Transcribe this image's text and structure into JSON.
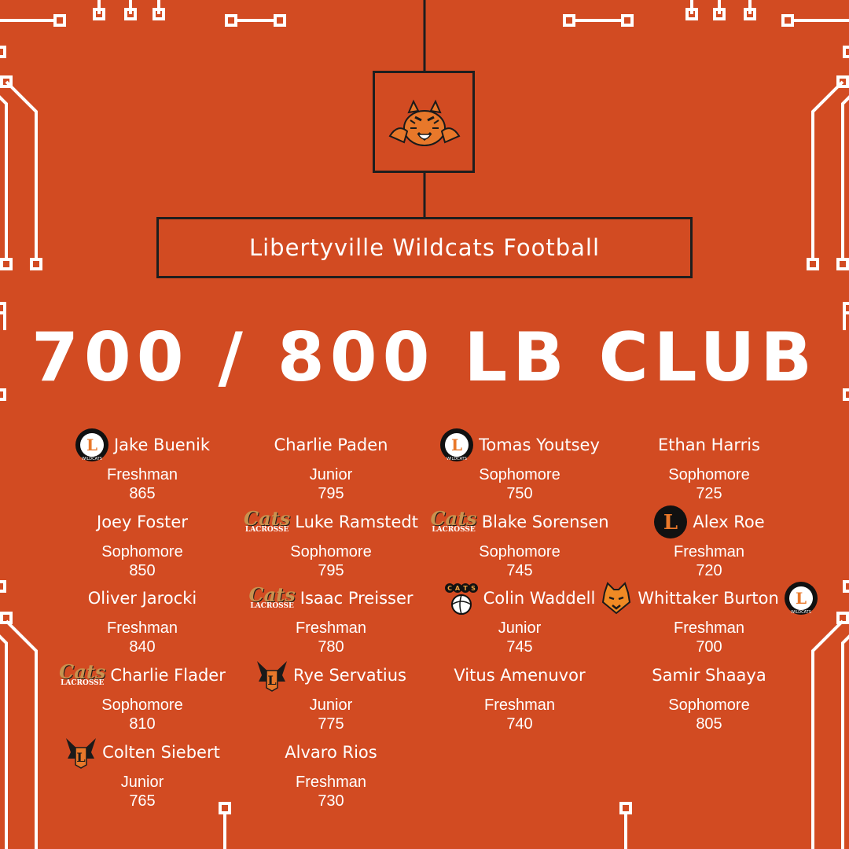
{
  "team_name": "Libertyville Wildcats Football",
  "title": "700 / 800 LB CLUB",
  "colors": {
    "background": "#d24b22",
    "text": "#ffffff",
    "lines": "#1e1e1e"
  },
  "badge_text": {
    "cats_word": "Cats",
    "lacrosse_word": "LACROSSE",
    "wildcats_word": "WILDCATS",
    "cats_letters": [
      "C",
      "A",
      "T",
      "S"
    ]
  },
  "players": [
    {
      "name": "Jake Buenik",
      "year": "Freshman",
      "weight": "865",
      "badge": "wildcats-seal-icon"
    },
    {
      "name": "Charlie Paden",
      "year": "Junior",
      "weight": "795",
      "badge": ""
    },
    {
      "name": "Tomas Youtsey",
      "year": "Sophomore",
      "weight": "750",
      "badge": "wildcats-seal-icon"
    },
    {
      "name": "Ethan Harris",
      "year": "Sophomore",
      "weight": "725",
      "badge": ""
    },
    {
      "name": "Joey Foster",
      "year": "Sophomore",
      "weight": "850",
      "badge": ""
    },
    {
      "name": "Luke Ramstedt",
      "year": "Sophomore",
      "weight": "795",
      "badge": "cats-lacrosse-icon"
    },
    {
      "name": "Blake Sorensen",
      "year": "Sophomore",
      "weight": "745",
      "badge": "cats-lacrosse-icon"
    },
    {
      "name": "Alex Roe",
      "year": "Freshman",
      "weight": "720",
      "badge": "wrestling-l-icon"
    },
    {
      "name": "Oliver Jarocki",
      "year": "Freshman",
      "weight": "840",
      "badge": ""
    },
    {
      "name": "Isaac Preisser",
      "year": "Freshman",
      "weight": "780",
      "badge": "cats-lacrosse-icon"
    },
    {
      "name": "Colin Waddell",
      "year": "Junior",
      "weight": "745",
      "badge": "cats-volleyball-icon"
    },
    {
      "name": "Whittaker Burton",
      "year": "Freshman",
      "weight": "700",
      "badge": "wildcat-head-icon"
    },
    {
      "name": "Charlie Flader",
      "year": "Sophomore",
      "weight": "810",
      "badge": "cats-lacrosse-icon"
    },
    {
      "name": "Rye Servatius",
      "year": "Junior",
      "weight": "775",
      "badge": "winged-l-icon"
    },
    {
      "name": "Vitus Amenuvor",
      "year": "Freshman",
      "weight": "740",
      "badge": ""
    },
    {
      "name": "Samir Shaaya",
      "year": "Sophomore",
      "weight": "805",
      "badge": ""
    },
    {
      "name": "Colten Siebert",
      "year": "Junior",
      "weight": "765",
      "badge": "winged-l-icon"
    },
    {
      "name": "Alvaro Rios",
      "year": "Freshman",
      "weight": "730",
      "badge": ""
    }
  ]
}
